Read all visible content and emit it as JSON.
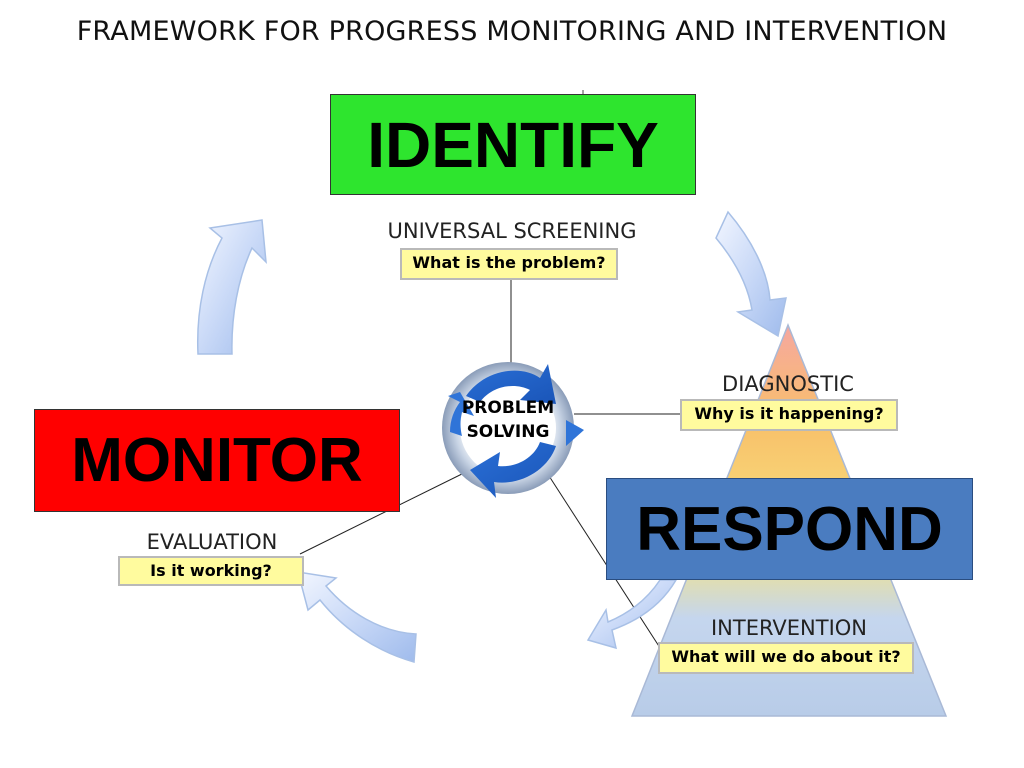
{
  "title": "FRAMEWORK FOR PROGRESS MONITORING AND INTERVENTION",
  "stages": {
    "identify": "IDENTIFY",
    "monitor": "MONITOR",
    "respond": "RESPOND"
  },
  "labels": {
    "universal_screening": "UNIVERSAL SCREENING",
    "diagnostic": "DIAGNOSTIC",
    "evaluation": "EVALUATION",
    "intervention": "INTERVENTION"
  },
  "questions": {
    "problem": "What is the problem?",
    "happening": "Why is it happening?",
    "working": "Is it working?",
    "do_about": "What will we do about it?"
  },
  "center": {
    "line1": "PROBLEM",
    "line2": "SOLVING"
  },
  "colors": {
    "identify": "#2ee52e",
    "monitor": "#ff0000",
    "respond": "#4a7cc0",
    "question_bg": "#fffb9e"
  }
}
